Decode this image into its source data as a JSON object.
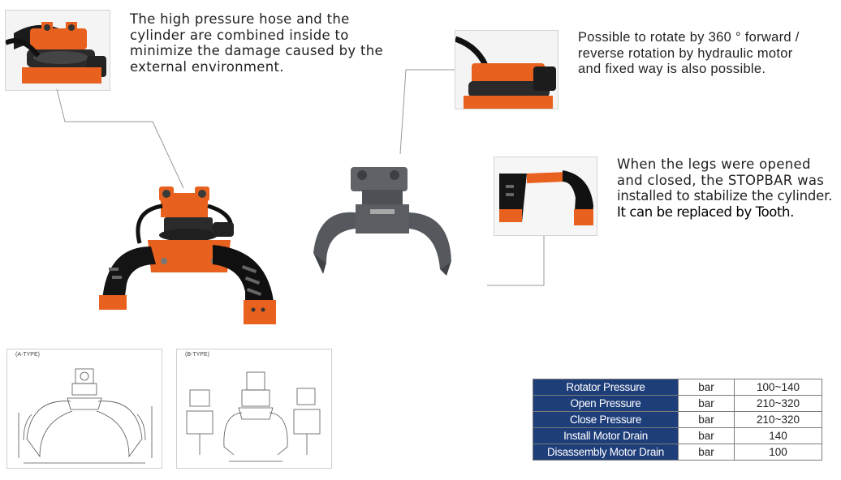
{
  "callouts": {
    "hose": [
      "The high pressure hose and the",
      "cylinder are combined inside to",
      "minimize the damage caused by the",
      "external environment."
    ],
    "rotate": [
      "Possible to rotate by 360 ° forward /",
      "reverse rotation by hydraulic motor",
      "and fixed way is also possible."
    ],
    "stopbar": [
      "When the legs were opened",
      "and closed, the STOPBAR was",
      "installed to stabilize the cylinder."
    ],
    "stopbar_extra": "It can be replaced by Tooth."
  },
  "drawings": {
    "a_label": "(A-TYPE)",
    "b_label": "(B-TYPE)"
  },
  "specs": [
    {
      "name": "Rotator Pressure",
      "unit": "bar",
      "value": "100~140"
    },
    {
      "name": "Open Pressure",
      "unit": "bar",
      "value": "210~320"
    },
    {
      "name": "Close Pressure",
      "unit": "bar",
      "value": "210~320"
    },
    {
      "name": "Install Motor Drain",
      "unit": "bar",
      "value": "140"
    },
    {
      "name": "Disassembly Motor Drain",
      "unit": "bar",
      "value": "100"
    }
  ],
  "colors": {
    "accent_orange": "#e8611e",
    "header_navy": "#1e3e7a",
    "grapple_gray": "#5f6266"
  }
}
